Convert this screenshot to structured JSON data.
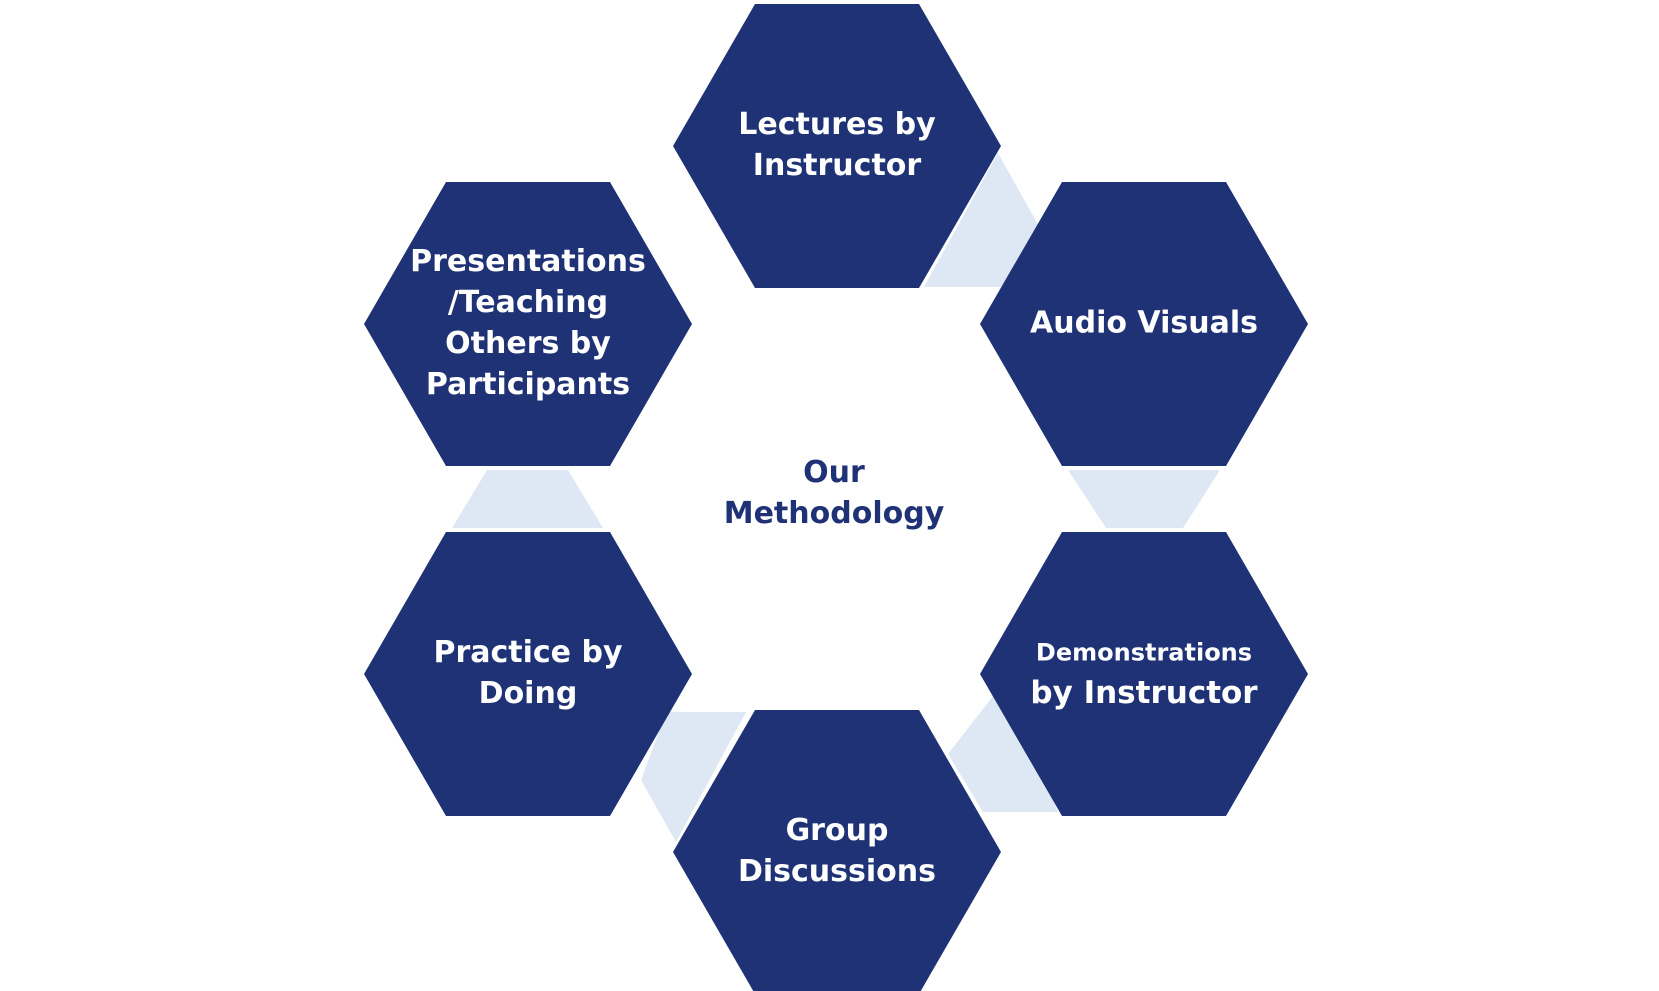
{
  "colors": {
    "hexagon_fill": "#1f3276",
    "connector_fill": "#dde8f4",
    "text_on_hexagon": "#ffffff",
    "center_text": "#1f3276"
  },
  "center": {
    "lines": [
      "Our",
      "Methodology"
    ]
  },
  "hexagons": [
    {
      "id": "lectures",
      "lines": [
        "Lectures by",
        "Instructor"
      ]
    },
    {
      "id": "audio-visuals",
      "lines": [
        "Audio Visuals"
      ]
    },
    {
      "id": "demonstrations",
      "lines": [
        "Demonstrations",
        "by Instructor"
      ]
    },
    {
      "id": "group-discussions",
      "lines": [
        "Group",
        "Discussions"
      ]
    },
    {
      "id": "practice",
      "lines": [
        "Practice by",
        "Doing"
      ]
    },
    {
      "id": "presentations",
      "lines": [
        "Presentations",
        "/Teaching",
        "Others by",
        "Participants"
      ]
    }
  ]
}
